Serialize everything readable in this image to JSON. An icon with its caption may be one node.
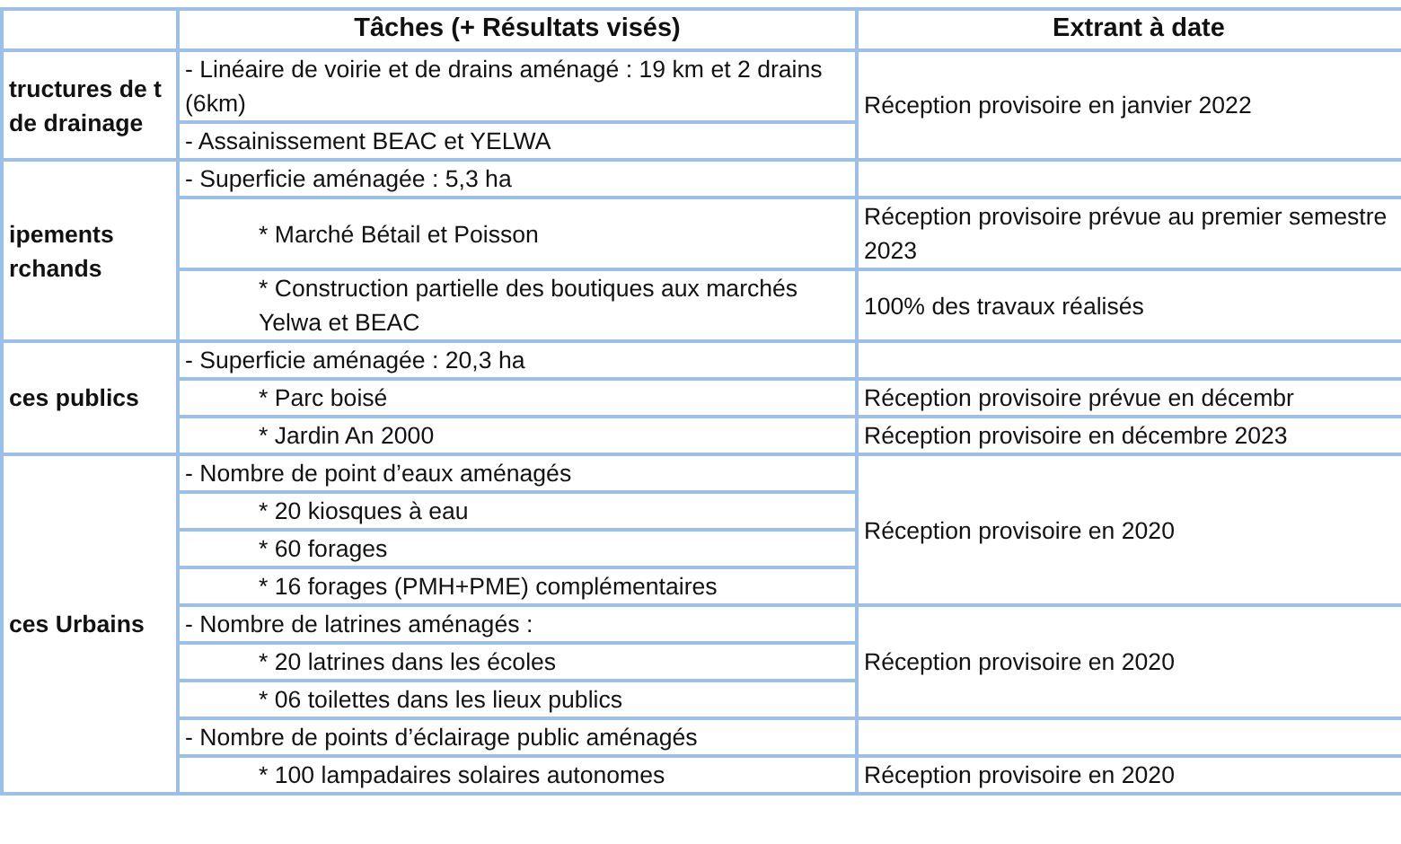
{
  "diagram": {
    "labels": [
      "Tâches (+ Résultats visés)",
      "Extrant à date",
      "tructures de t de drainage",
      "- Linéaire de voirie et de drains aménagé : 19 km et 2 drains (6km)",
      "Réception provisoire en janvier 2022",
      "- Assainissement BEAC et YELWA",
      "ipements rchands",
      "- Superficie aménagée : 5,3 ha",
      "* Marché Bétail et Poisson",
      "Réception provisoire prévue au premier semestre 2023",
      "* Construction partielle des boutiques aux marchés Yelwa et BEAC",
      "100% des travaux réalisés",
      "ces publics",
      "- Superficie aménagée : 20,3 ha",
      "* Parc boisé",
      "Réception provisoire prévue en décembr",
      "* Jardin An 2000",
      "Réception provisoire en décembre 2023",
      "ces Urbains",
      "- Nombre de point d’eaux aménagés",
      "Réception provisoire en 2020",
      "* 20 kiosques à eau",
      "* 60 forages",
      "* 16 forages (PMH+PME) complémentaires",
      "- Nombre de latrines aménagés :",
      "* 20 latrines dans les écoles",
      "Réception provisoire en 2020",
      "* 06 toilettes dans les lieux publics",
      "- Nombre de points d’éclairage public aménagés",
      "* 100 lampadaires solaires autonomes",
      "Réception provisoire en 2020"
    ]
  }
}
